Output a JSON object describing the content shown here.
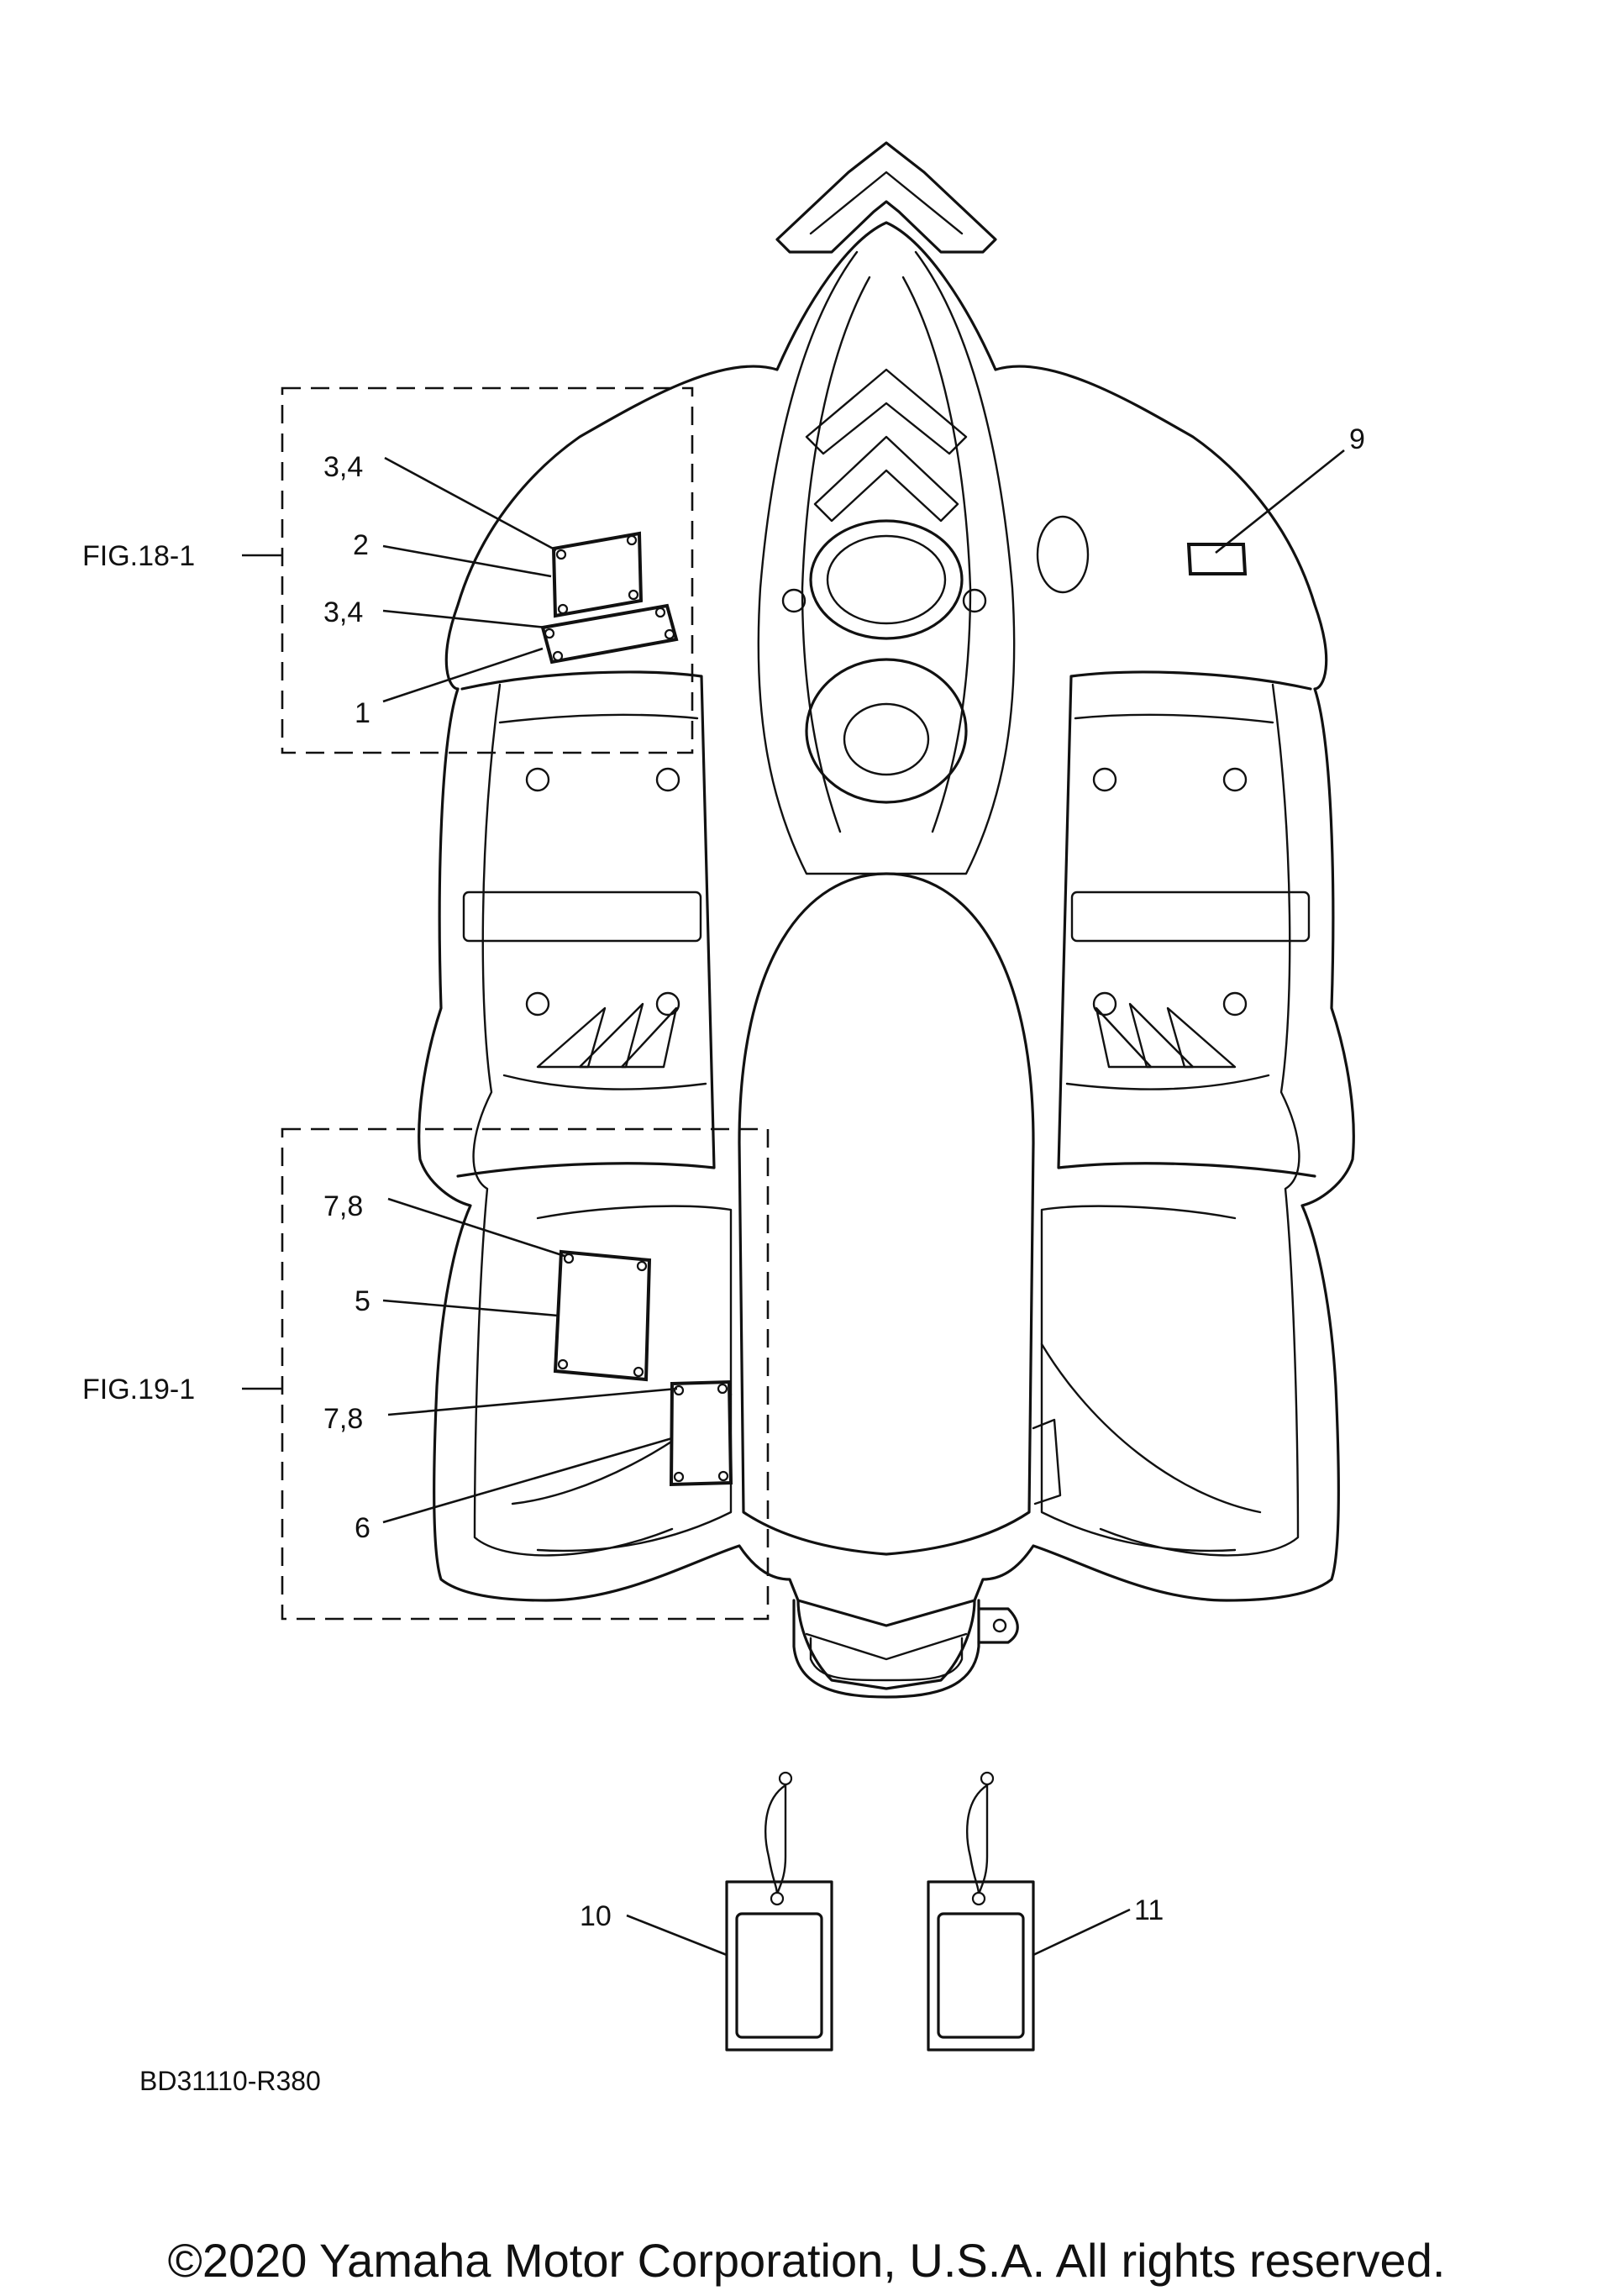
{
  "callouts": {
    "c34a": "3,4",
    "c2": "2",
    "c34b": "3,4",
    "c1": "1",
    "c9": "9",
    "c78a": "7,8",
    "c5": "5",
    "c78b": "7,8",
    "c6": "6",
    "c10": "10",
    "c11": "11"
  },
  "figure_refs": {
    "fig18": "FIG.18-1",
    "fig19": "FIG.19-1"
  },
  "diagram_code": "BD31110-R380",
  "copyright": "©2020 Yamaha Motor Corporation, U.S.A. All rights reserved."
}
